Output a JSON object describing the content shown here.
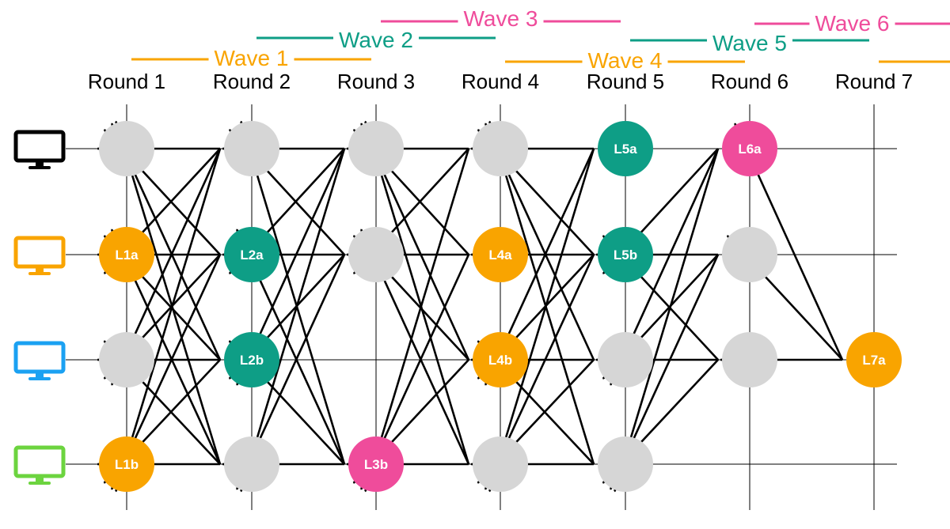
{
  "colors": {
    "orange": "#F9A400",
    "teal": "#0E9E86",
    "pink": "#EF4C9B",
    "gray": "#D6D6D6",
    "black": "#000000",
    "blue": "#1BA1F2",
    "green": "#6CD43F"
  },
  "rounds": [
    "Round 1",
    "Round 2",
    "Round 3",
    "Round 4",
    "Round 5",
    "Round 6",
    "Round 7"
  ],
  "waves": [
    {
      "label": "Wave 1",
      "color": "orange",
      "from_round": 1,
      "to_round": 3
    },
    {
      "label": "Wave 2",
      "color": "teal",
      "from_round": 2,
      "to_round": 4
    },
    {
      "label": "Wave 3",
      "color": "pink",
      "from_round": 3,
      "to_round": 5
    },
    {
      "label": "Wave 4",
      "color": "orange",
      "from_round": 4,
      "to_round": 6
    },
    {
      "label": "Wave 5",
      "color": "teal",
      "from_round": 5,
      "to_round": 7
    },
    {
      "label": "Wave 6",
      "color": "pink",
      "from_round": 6,
      "to_round": 8
    },
    {
      "label": "",
      "color": "orange",
      "from_round": 7,
      "to_round": 9
    }
  ],
  "validators": [
    {
      "icon": "monitor-icon",
      "color": "black"
    },
    {
      "icon": "monitor-icon",
      "color": "orange"
    },
    {
      "icon": "monitor-icon",
      "color": "blue"
    },
    {
      "icon": "monitor-icon",
      "color": "green"
    }
  ],
  "nodes": [
    {
      "round": 1,
      "validator": 1,
      "label": "",
      "color": "gray"
    },
    {
      "round": 1,
      "validator": 2,
      "label": "L1a",
      "color": "orange"
    },
    {
      "round": 1,
      "validator": 3,
      "label": "",
      "color": "gray"
    },
    {
      "round": 1,
      "validator": 4,
      "label": "L1b",
      "color": "orange"
    },
    {
      "round": 2,
      "validator": 1,
      "label": "",
      "color": "gray"
    },
    {
      "round": 2,
      "validator": 2,
      "label": "L2a",
      "color": "teal"
    },
    {
      "round": 2,
      "validator": 3,
      "label": "L2b",
      "color": "teal"
    },
    {
      "round": 2,
      "validator": 4,
      "label": "",
      "color": "gray"
    },
    {
      "round": 3,
      "validator": 1,
      "label": "",
      "color": "gray"
    },
    {
      "round": 3,
      "validator": 2,
      "label": "",
      "color": "gray"
    },
    {
      "round": 3,
      "validator": 4,
      "label": "L3b",
      "color": "pink"
    },
    {
      "round": 4,
      "validator": 1,
      "label": "",
      "color": "gray"
    },
    {
      "round": 4,
      "validator": 2,
      "label": "L4a",
      "color": "orange"
    },
    {
      "round": 4,
      "validator": 3,
      "label": "L4b",
      "color": "orange"
    },
    {
      "round": 4,
      "validator": 4,
      "label": "",
      "color": "gray"
    },
    {
      "round": 5,
      "validator": 1,
      "label": "L5a",
      "color": "teal"
    },
    {
      "round": 5,
      "validator": 2,
      "label": "L5b",
      "color": "teal"
    },
    {
      "round": 5,
      "validator": 3,
      "label": "",
      "color": "gray"
    },
    {
      "round": 5,
      "validator": 4,
      "label": "",
      "color": "gray"
    },
    {
      "round": 6,
      "validator": 1,
      "label": "L6a",
      "color": "pink"
    },
    {
      "round": 6,
      "validator": 2,
      "label": "",
      "color": "gray"
    },
    {
      "round": 6,
      "validator": 3,
      "label": "",
      "color": "gray"
    },
    {
      "round": 7,
      "validator": 3,
      "label": "L7a",
      "color": "orange"
    }
  ],
  "edges": [
    {
      "from": [
        2,
        1
      ],
      "to": [
        [
          1,
          1
        ],
        [
          1,
          2
        ],
        [
          1,
          3
        ],
        [
          1,
          4
        ]
      ]
    },
    {
      "from": [
        2,
        2
      ],
      "to": [
        [
          1,
          1
        ],
        [
          1,
          2
        ],
        [
          1,
          3
        ],
        [
          1,
          4
        ]
      ]
    },
    {
      "from": [
        2,
        3
      ],
      "to": [
        [
          1,
          1
        ],
        [
          1,
          2
        ],
        [
          1,
          3
        ],
        [
          1,
          4
        ]
      ]
    },
    {
      "from": [
        2,
        4
      ],
      "to": [
        [
          1,
          1
        ],
        [
          1,
          2
        ],
        [
          1,
          3
        ],
        [
          1,
          4
        ]
      ]
    },
    {
      "from": [
        3,
        1
      ],
      "to": [
        [
          2,
          1
        ],
        [
          2,
          2
        ],
        [
          2,
          3
        ],
        [
          2,
          4
        ]
      ]
    },
    {
      "from": [
        3,
        2
      ],
      "to": [
        [
          2,
          1
        ],
        [
          2,
          2
        ],
        [
          2,
          3
        ],
        [
          2,
          4
        ]
      ]
    },
    {
      "from": [
        3,
        4
      ],
      "to": [
        [
          2,
          1
        ],
        [
          2,
          2
        ],
        [
          2,
          3
        ],
        [
          2,
          4
        ]
      ]
    },
    {
      "from": [
        4,
        1
      ],
      "to": [
        [
          3,
          1
        ],
        [
          3,
          2
        ],
        [
          3,
          4
        ]
      ]
    },
    {
      "from": [
        4,
        2
      ],
      "to": [
        [
          3,
          1
        ],
        [
          3,
          2
        ],
        [
          3,
          4
        ]
      ]
    },
    {
      "from": [
        4,
        3
      ],
      "to": [
        [
          3,
          1
        ],
        [
          3,
          2
        ],
        [
          3,
          4
        ]
      ]
    },
    {
      "from": [
        4,
        4
      ],
      "to": [
        [
          3,
          1
        ],
        [
          3,
          2
        ],
        [
          3,
          4
        ]
      ]
    },
    {
      "from": [
        5,
        1
      ],
      "to": [
        [
          4,
          1
        ],
        [
          4,
          3
        ],
        [
          4,
          4
        ]
      ]
    },
    {
      "from": [
        5,
        2
      ],
      "to": [
        [
          4,
          1
        ],
        [
          4,
          2
        ],
        [
          4,
          3
        ],
        [
          4,
          4
        ]
      ]
    },
    {
      "from": [
        5,
        3
      ],
      "to": [
        [
          4,
          1
        ],
        [
          4,
          3
        ],
        [
          4,
          4
        ]
      ]
    },
    {
      "from": [
        5,
        4
      ],
      "to": [
        [
          4,
          1
        ],
        [
          4,
          3
        ],
        [
          4,
          4
        ]
      ]
    },
    {
      "from": [
        6,
        1
      ],
      "to": [
        [
          5,
          2
        ],
        [
          5,
          3
        ],
        [
          5,
          4
        ]
      ]
    },
    {
      "from": [
        6,
        2
      ],
      "to": [
        [
          5,
          2
        ],
        [
          5,
          3
        ],
        [
          5,
          4
        ]
      ]
    },
    {
      "from": [
        6,
        3
      ],
      "to": [
        [
          5,
          2
        ],
        [
          5,
          3
        ],
        [
          5,
          4
        ]
      ]
    },
    {
      "from": [
        7,
        3
      ],
      "to": [
        [
          6,
          1
        ],
        [
          6,
          2
        ],
        [
          6,
          3
        ]
      ]
    }
  ]
}
